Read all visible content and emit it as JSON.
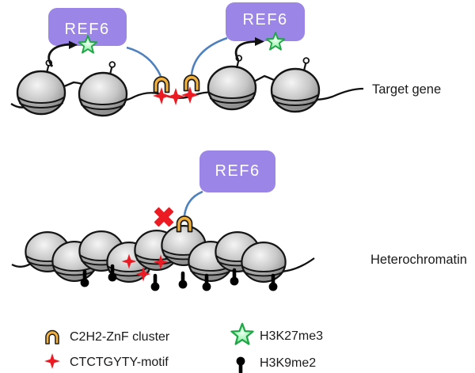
{
  "figure": {
    "protein": {
      "label": "REF6"
    },
    "sections": [
      {
        "id": "target-gene",
        "label": "Target gene"
      },
      {
        "id": "heterochromatin",
        "label": "Heterochromatin"
      }
    ],
    "legend": {
      "items": [
        {
          "icon": "c2h2-znf-cluster-icon",
          "label": "C2H2-ZnF cluster"
        },
        {
          "icon": "ctctgyty-motif-icon",
          "label": "CTCTGYTY-motif"
        },
        {
          "icon": "h3k27me3-icon",
          "label": "H3K27me3"
        },
        {
          "icon": "h3k9me2-icon",
          "label": "H3K9me2"
        }
      ]
    },
    "colors": {
      "ref6_box": "#9B85E6",
      "connector": "#4E81BE",
      "znf_cluster": "#F2B13C",
      "motif_red": "#EC1B23",
      "h3k27me3_green": "#7BEB9B",
      "h3k9me2_black": "#000000",
      "nucleosome_gray": "#C9C9C9",
      "outline": "#141414"
    }
  }
}
